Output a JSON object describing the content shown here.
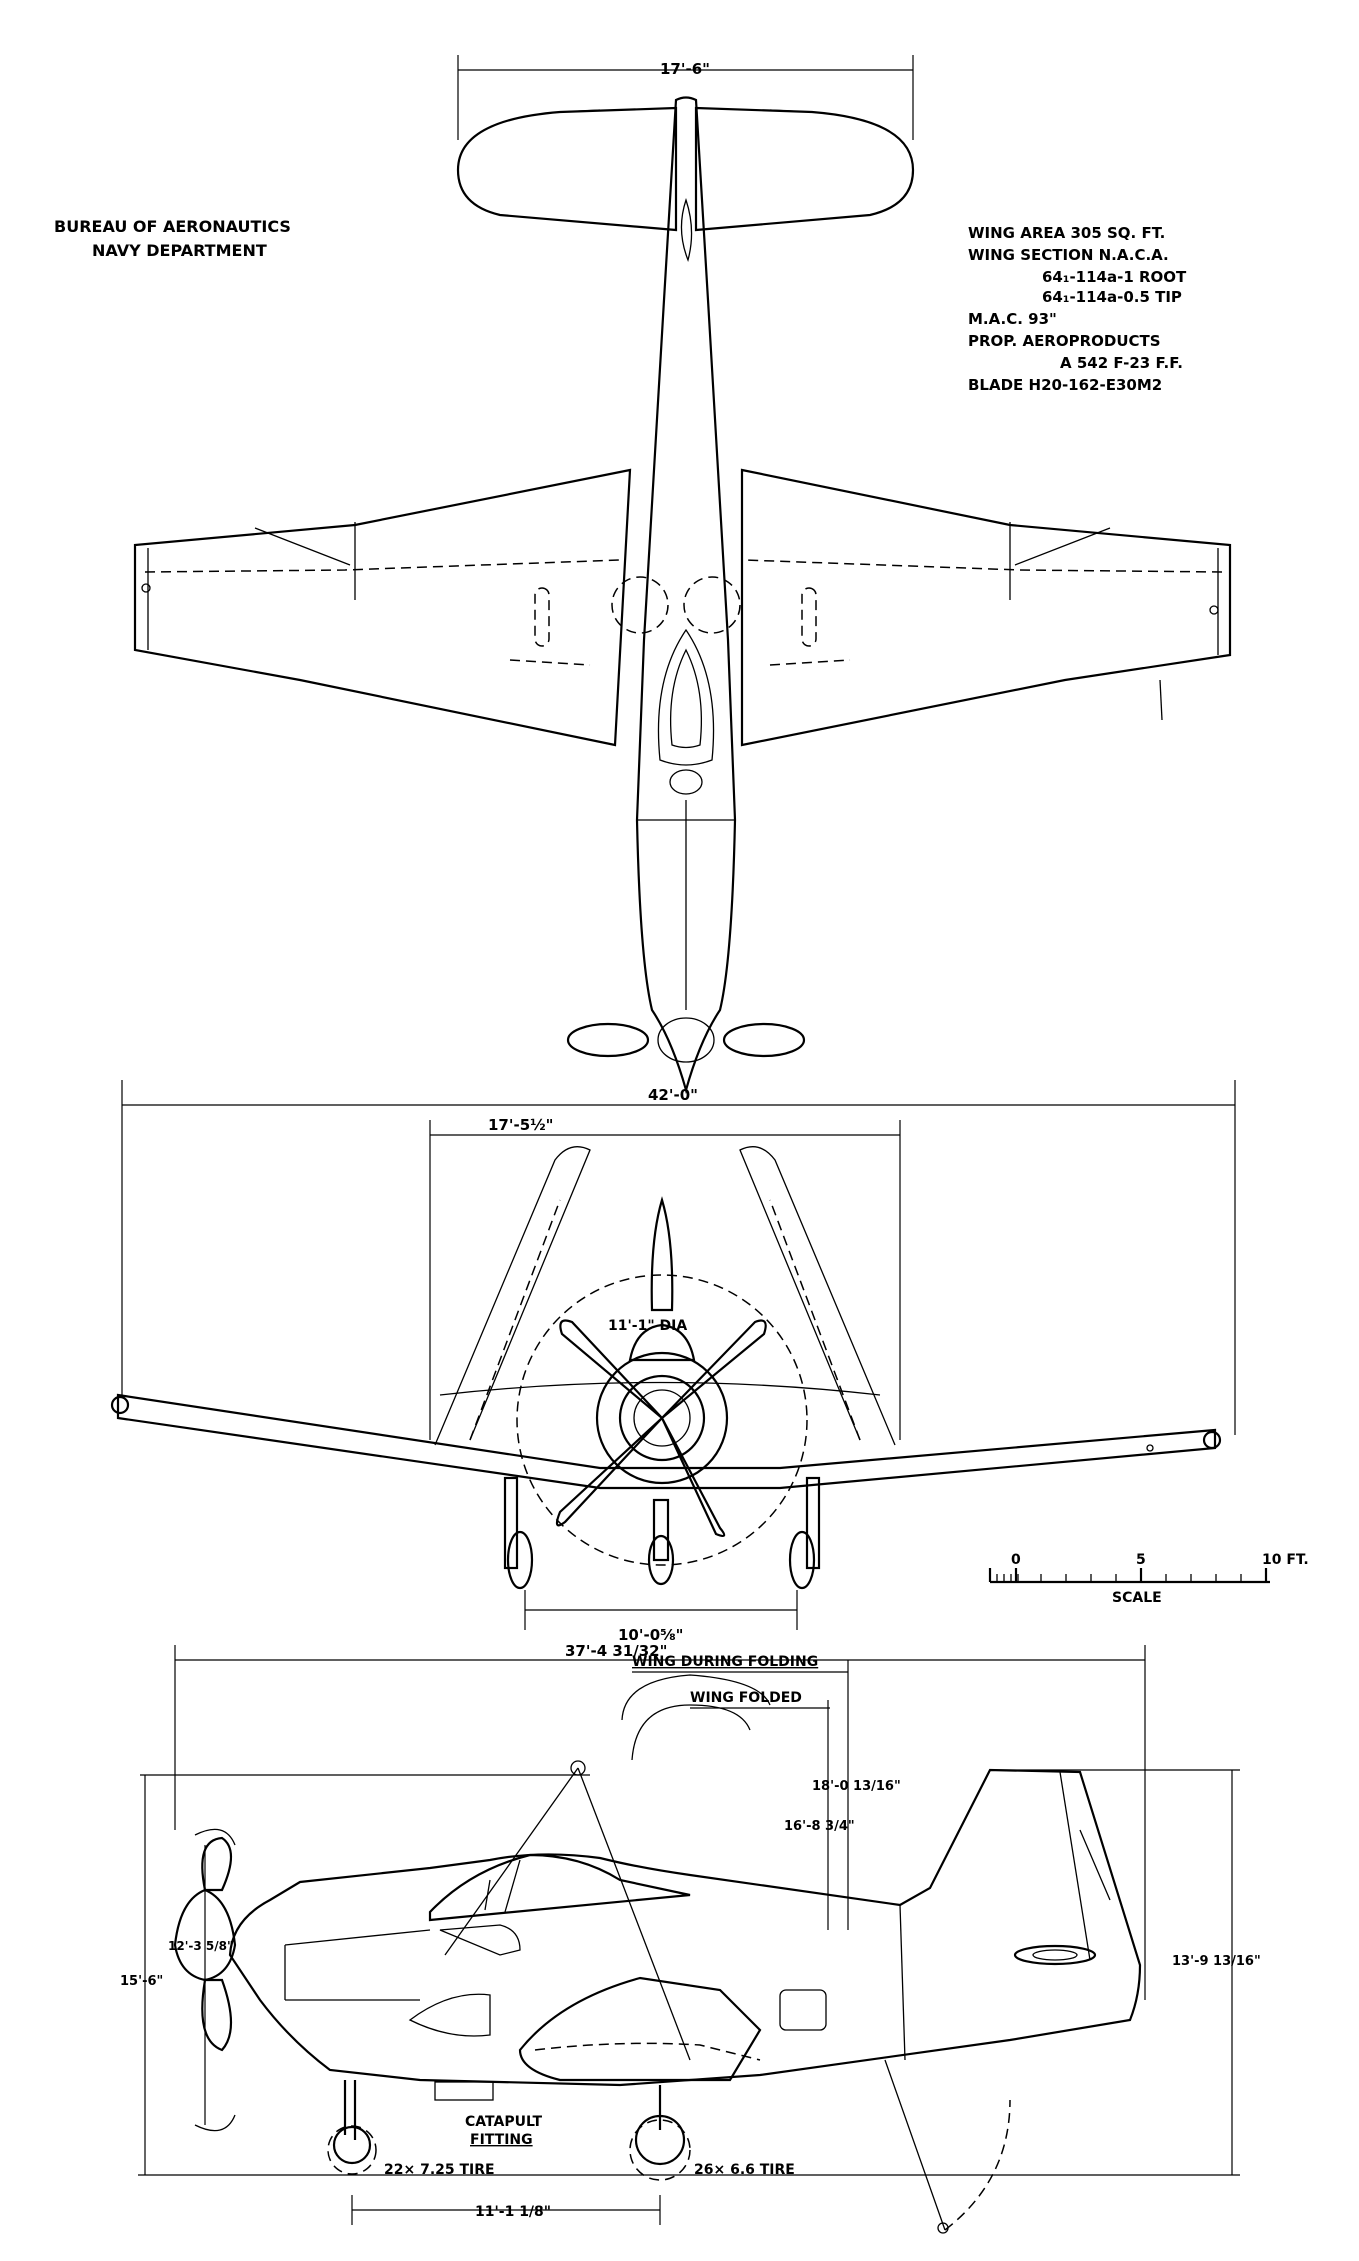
{
  "header": {
    "agency_line1": "BUREAU OF AERONAUTICS",
    "agency_line2": "NAVY DEPARTMENT"
  },
  "specs": [
    "WING AREA 305 SQ. FT.",
    "WING SECTION N.A.C.A.",
    "64₁-114a-1 ROOT",
    "64₁-114a-0.5 TIP",
    "M.A.C. 93\"",
    "PROP. AEROPRODUCTS",
    "A 542 F-23 F.F.",
    "BLADE   H20-162-E30M2"
  ],
  "dimensions": {
    "tail_span": "17'-6\"",
    "wing_span": "42'-0\"",
    "folded_span": "17'-5½\"",
    "prop_diameter": "11'-1\" DIA",
    "gear_track": "10'-0⅝\"",
    "length": "37'-4 31/32\"",
    "height_folding": "18'-0 13/16\"",
    "height_folded": "16'-8 3/4\"",
    "height_tail": "13'-9 13/16\"",
    "prop_height": "12'-3 5/8\"",
    "overall_height": "15'-6\"",
    "wheel_base": "11'-1 1/8\""
  },
  "labels": {
    "wing_during_folding": "WING DURING FOLDING",
    "wing_folded": "WING FOLDED",
    "catapult_1": "CATAPULT",
    "catapult_2": "FITTING",
    "tail_tire": "22× 7.25 TIRE",
    "main_tire": "26× 6.6 TIRE"
  },
  "scale": {
    "tick_0": "0",
    "tick_5": "5",
    "tick_10": "10 FT.",
    "caption": "SCALE"
  }
}
